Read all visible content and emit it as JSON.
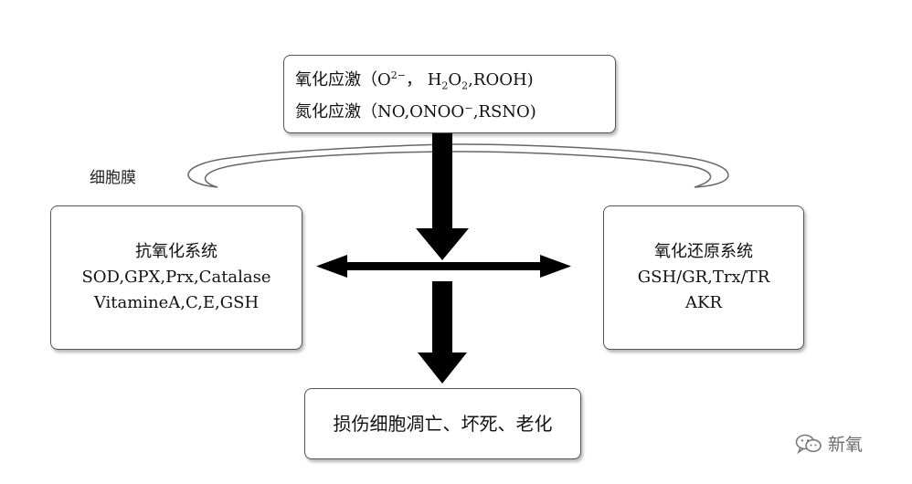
{
  "diagram": {
    "stress_box": {
      "oxidative_line": {
        "prefix": "氧化应激（O",
        "superscript": "2−",
        "mid": "， H",
        "sub1": "2",
        "o": "O",
        "sub2": "2",
        "suffix": ",ROOH)"
      },
      "nitrosative_line": "氮化应激（NO,ONOO⁻,RSNO)"
    },
    "membrane_label": "细胞膜",
    "antioxidant_box": {
      "title": "抗氧化系统",
      "line1": "SOD,GPX,Prx,Catalase",
      "line2": "VitamineA,C,E,GSH"
    },
    "redox_box": {
      "title": "氧化还原系统",
      "line1": "GSH/GR,Trx/TR",
      "line2": "AKR"
    },
    "outcome_box": {
      "text": "损伤细胞凋亡、坏死、老化"
    },
    "watermark": {
      "icon": "wechat-icon",
      "text": "新氧"
    }
  }
}
